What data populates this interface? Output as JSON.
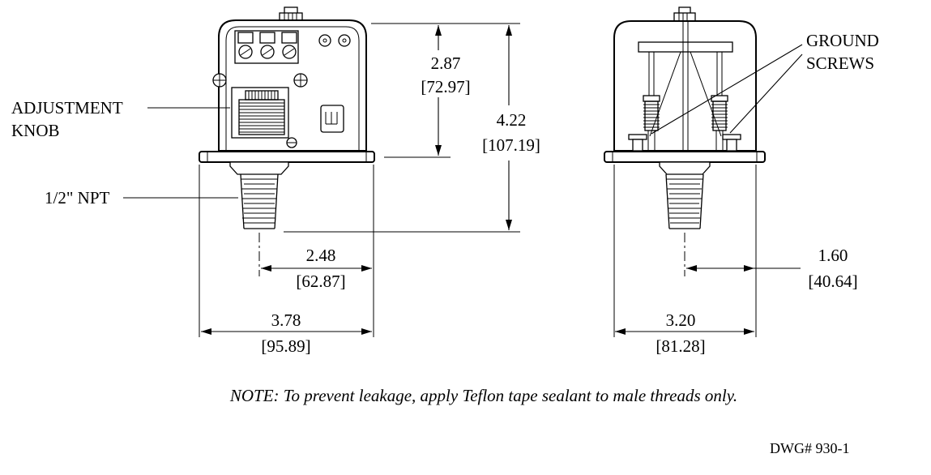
{
  "labels": {
    "adjustment_knob": [
      "ADJUSTMENT",
      "KNOB"
    ],
    "npt": "1/2\" NPT",
    "ground_screws": [
      "GROUND",
      "SCREWS"
    ]
  },
  "dimensions": {
    "front_height_partial": {
      "inches": "2.87",
      "mm": "[72.97]"
    },
    "front_height_total": {
      "inches": "4.22",
      "mm": "[107.19]"
    },
    "front_width_partial": {
      "inches": "2.48",
      "mm": "[62.87]"
    },
    "front_width_total": {
      "inches": "3.78",
      "mm": "[95.89]"
    },
    "side_width_partial": {
      "inches": "1.60",
      "mm": "[40.64]"
    },
    "side_width_total": {
      "inches": "3.20",
      "mm": "[81.28]"
    }
  },
  "note": "NOTE: To prevent leakage, apply Teflon tape sealant to male threads only.",
  "dwg_number": "DWG# 930-1"
}
